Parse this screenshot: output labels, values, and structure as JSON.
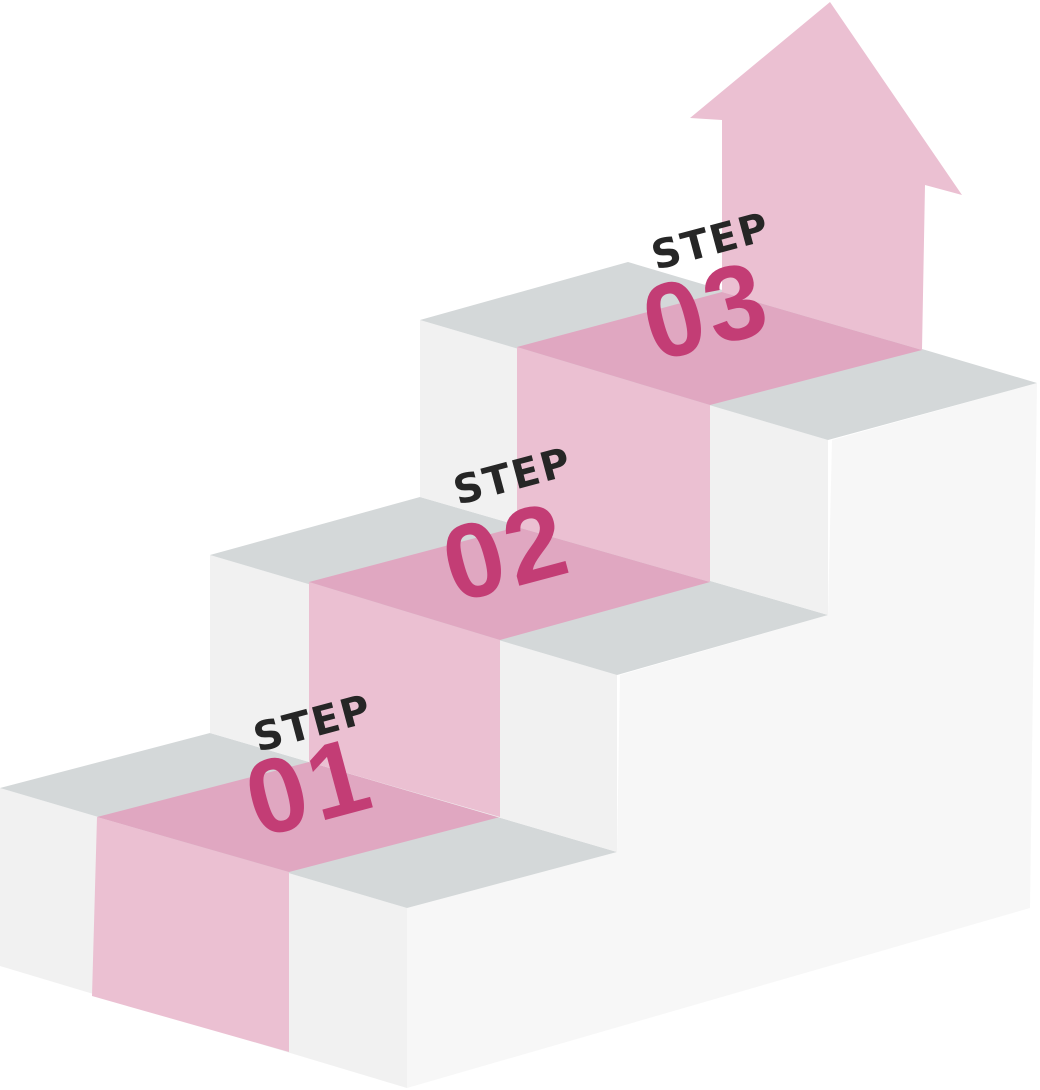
{
  "colors": {
    "tread": "#d4d8d9",
    "riser": "#f1f1f1",
    "side": "#f7f7f7",
    "carpet_riser": "#ebc0d2",
    "carpet_tread": "#e0a7c1",
    "arrow": "#ebc0d2",
    "label_dark": "#262626",
    "label_accent": "#c33d75"
  },
  "steps": [
    {
      "word": "STEP",
      "number": "01"
    },
    {
      "word": "STEP",
      "number": "02"
    },
    {
      "word": "STEP",
      "number": "03"
    }
  ],
  "icons": {
    "arrow": "up-arrow-icon"
  }
}
